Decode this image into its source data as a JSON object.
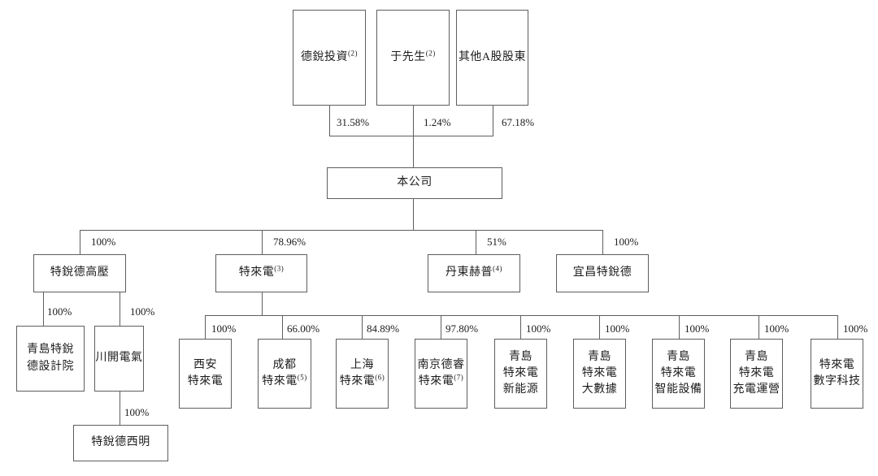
{
  "colors": {
    "line": "#5e5e5e",
    "text": "#1c1c1c",
    "background": "#ffffff"
  },
  "shareholders": [
    {
      "label": "德銳投資",
      "sup": "(2)",
      "pct": "31.58%"
    },
    {
      "label": "于先生",
      "sup": "(2)",
      "pct": "1.24%"
    },
    {
      "label": "其他A股股東",
      "sup": "",
      "pct": "67.18%"
    }
  ],
  "company": {
    "label": "本公司"
  },
  "level1": [
    {
      "label": "特銳德高壓",
      "sup": "",
      "pct": "100%"
    },
    {
      "label": "特來電",
      "sup": "(3)",
      "pct": "78.96%"
    },
    {
      "label": "丹東赫普",
      "sup": "(4)",
      "pct": "51%"
    },
    {
      "label": "宜昌特銳德",
      "sup": "",
      "pct": "100%"
    }
  ],
  "gaoya_children": [
    {
      "lines": [
        "青島特銳",
        "德設計院"
      ],
      "sup": "",
      "pct": "100%"
    },
    {
      "lines": [
        "川開電氣"
      ],
      "sup": "",
      "pct": "100%"
    }
  ],
  "chuankai_child": {
    "lines": [
      "特銳德西明"
    ],
    "sup": "",
    "pct": "100%"
  },
  "telaidian_children": [
    {
      "lines": [
        "西安",
        "特來電"
      ],
      "sup": "",
      "pct": "100%"
    },
    {
      "lines": [
        "成都",
        "特來電"
      ],
      "sup": "(5)",
      "pct": "66.00%"
    },
    {
      "lines": [
        "上海",
        "特來電"
      ],
      "sup": "(6)",
      "pct": "84.89%"
    },
    {
      "lines": [
        "南京德睿",
        "特來電"
      ],
      "sup": "(7)",
      "pct": "97.80%"
    },
    {
      "lines": [
        "青島",
        "特來電",
        "新能源"
      ],
      "sup": "",
      "pct": "100%"
    },
    {
      "lines": [
        "青島",
        "特來電",
        "大數據"
      ],
      "sup": "",
      "pct": "100%"
    },
    {
      "lines": [
        "青島",
        "特來電",
        "智能設備"
      ],
      "sup": "",
      "pct": "100%"
    },
    {
      "lines": [
        "青島",
        "特來電",
        "充電運營"
      ],
      "sup": "",
      "pct": "100%"
    },
    {
      "lines": [
        "特來電",
        "數字科技"
      ],
      "sup": "",
      "pct": "100%"
    }
  ]
}
